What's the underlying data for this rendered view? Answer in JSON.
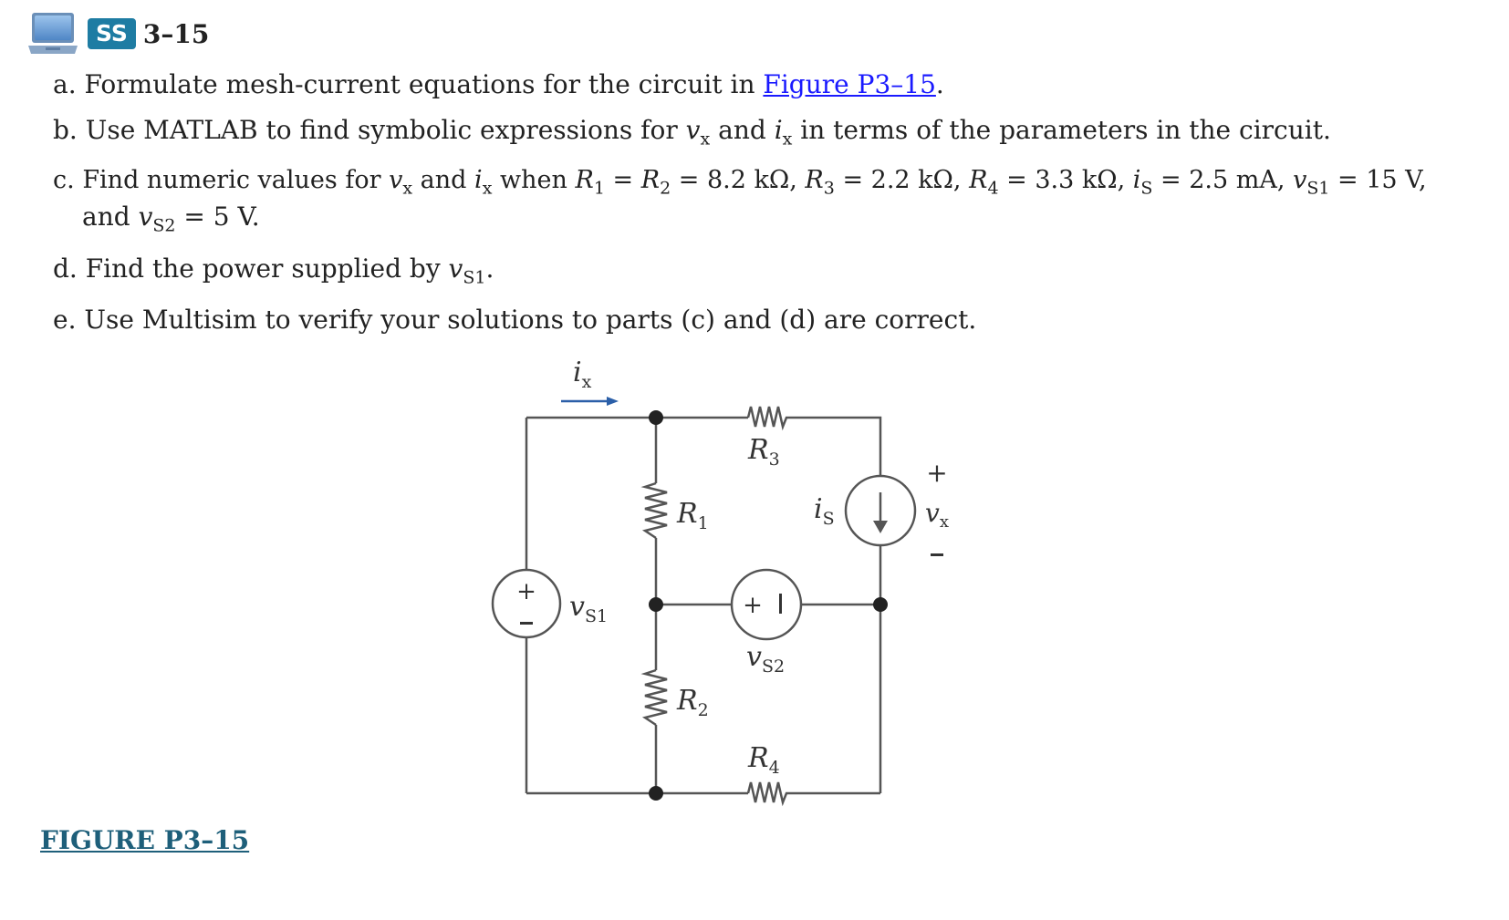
{
  "header": {
    "badge": "SS",
    "problem_number": "3–15",
    "icon": "laptop-icon"
  },
  "items": {
    "a": {
      "label": "a.",
      "text_before": "Formulate mesh-current equations for the circuit in",
      "link": "Figure P3–15",
      "text_after": "."
    },
    "b": {
      "label": "b.",
      "t1": "Use MATLAB to find symbolic expressions for",
      "v": "v",
      "vsub": "x",
      "and": "and",
      "i": "i",
      "isub": "x",
      "t2": "in terms of the parameters in the circuit."
    },
    "c": {
      "label": "c.",
      "t1": "Find numeric values for",
      "v": "v",
      "vsub": "x",
      "and": "and",
      "i": "i",
      "isub": "x",
      "when": "when",
      "r1": "R",
      "r1sub": "1",
      "eq1": "=",
      "r2": "R",
      "r2sub": "2",
      "val12": "= 8.2 kΩ,",
      "r3": "R",
      "r3sub": "3",
      "val3": "= 2.2 kΩ,",
      "r4": "R",
      "r4sub": "4",
      "val4": "= 3.3 kΩ,",
      "is": "i",
      "issub": "S",
      "valis": "= 2.5 mA,",
      "vs1": "v",
      "vs1sub": "S1",
      "valvs1": "= 15 V,",
      "and2": "and",
      "vs2": "v",
      "vs2sub": "S2",
      "valvs2": "= 5 V."
    },
    "d": {
      "label": "d.",
      "t1": "Find the power supplied by",
      "v": "v",
      "vsub": "S1",
      "period": "."
    },
    "e": {
      "label": "e.",
      "t1": "Use Multisim to verify your solutions to parts (c) and (d) are correct."
    }
  },
  "circuit": {
    "ix": "i",
    "ix_sub": "x",
    "r1": "R",
    "r1_sub": "1",
    "r2": "R",
    "r2_sub": "2",
    "r3": "R",
    "r3_sub": "3",
    "r4": "R",
    "r4_sub": "4",
    "is": "i",
    "is_sub": "S",
    "vs1": "v",
    "vs1_sub": "S1",
    "vs2": "v",
    "vs2_sub": "S2",
    "vx": "v",
    "vx_sub": "x",
    "plus": "+",
    "minus": "–"
  },
  "figure_caption": "FIGURE P3–15",
  "colors": {
    "badge": "#1e7ca3",
    "link": "#1a1aff",
    "caption": "#1e5f7a",
    "arrow": "#2b5fa8"
  }
}
